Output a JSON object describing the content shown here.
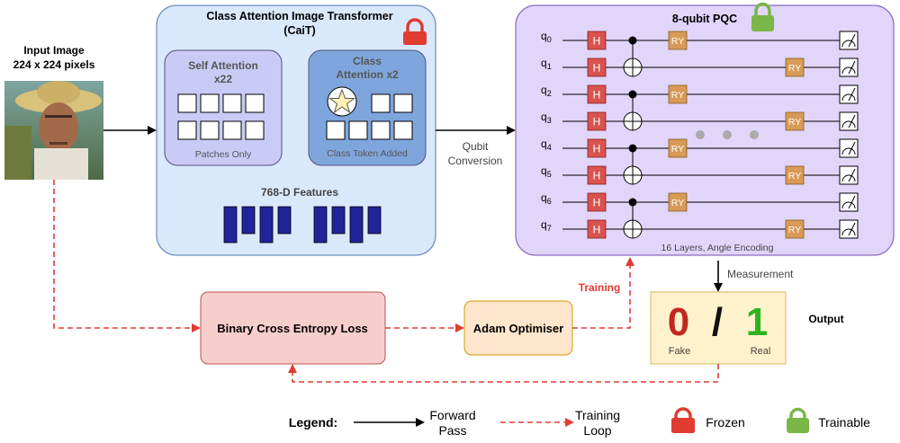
{
  "input": {
    "title_line1": "Input Image",
    "title_line2": "224 x 224 pixels"
  },
  "cait": {
    "title_line1": "Class Attention Image Transformer",
    "title_line2": "(CaiT)",
    "self_attention": {
      "title_line1": "Self Attention",
      "title_line2": "x22",
      "caption": "Patches Only"
    },
    "class_attention": {
      "title_line1": "Class",
      "title_line2": "Attention x2",
      "caption": "Class Token Added"
    },
    "features_label": "768-D Features"
  },
  "conversion": {
    "line1": "Qubit",
    "line2": "Conversion"
  },
  "pqc": {
    "title": "8-qubit PQC",
    "footer": "16 Layers, Angle Encoding",
    "qubits": [
      "q0",
      "q1",
      "q2",
      "q3",
      "q4",
      "q5",
      "q6",
      "q7"
    ],
    "qubit_letter": "q",
    "gate_h": "H",
    "gate_ry": "RY"
  },
  "measurement_label": "Measurement",
  "training_label": "Training",
  "bce_label": "Binary Cross Entropy Loss",
  "adam_label": "Adam Optimiser",
  "output": {
    "label": "Output",
    "fake_digit": "0",
    "slash": "/",
    "real_digit": "1",
    "fake_label": "Fake",
    "real_label": "Real"
  },
  "legend": {
    "title": "Legend:",
    "forward_line1": "Forward",
    "forward_line2": "Pass",
    "training_line1": "Training",
    "training_line2": "Loop",
    "frozen": "Frozen",
    "trainable": "Trainable"
  },
  "colors": {
    "cait_fill": "#dae8fc",
    "pqc_fill": "#e1d5fa",
    "h_gate": "#d9534f",
    "ry_gate": "#d89a57",
    "lock_red": "#e03c31",
    "lock_green": "#7ab648",
    "fake_digit": "#c0281f",
    "real_digit": "#2db51f",
    "feature_bar": "#22229a"
  }
}
